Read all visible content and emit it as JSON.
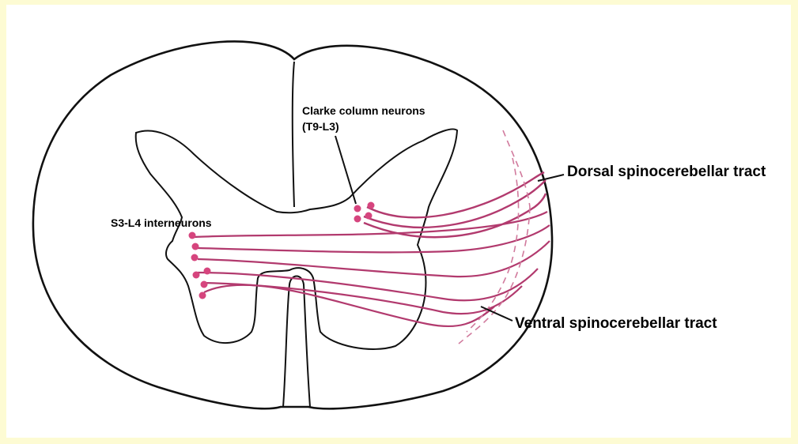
{
  "labels": {
    "clarke_line1": "Clarke column neurons",
    "clarke_line2": "(T9-L3)",
    "s3l4": "S3-L4 interneurons",
    "dorsal_tract": "Dorsal spinocerebellar tract",
    "ventral_tract": "Ventral spinocerebellar tract"
  },
  "colors": {
    "page_background": "#fdfbd3",
    "panel": "#ffffff",
    "outline": "#111111",
    "fibers": "#b23a6e",
    "neurons": "#d6457e"
  }
}
